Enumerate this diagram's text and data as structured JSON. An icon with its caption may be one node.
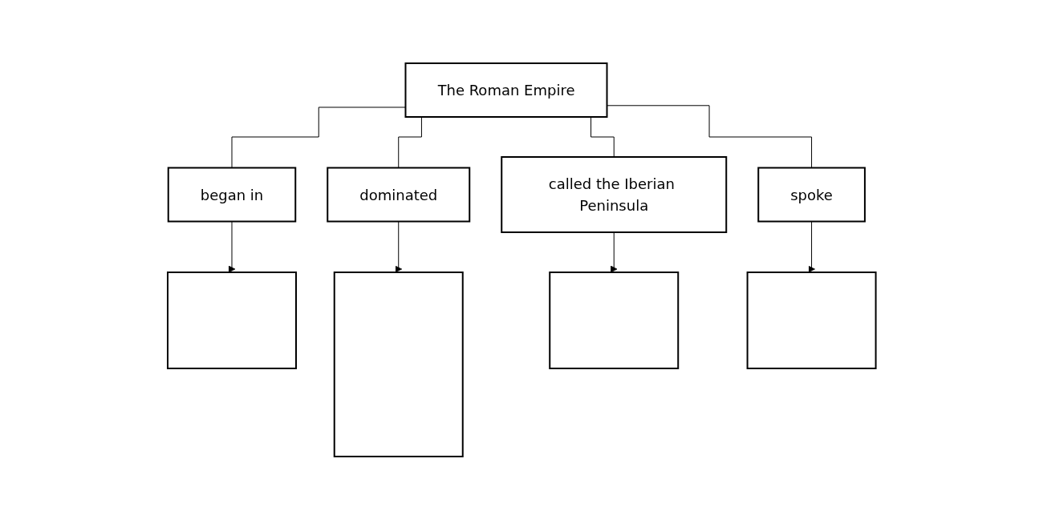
{
  "diagram": {
    "nodes": [
      {
        "text": [
          "The Roman Empire"
        ]
      },
      {
        "text": [
          "began in"
        ]
      },
      {
        "text": [
          "dominated"
        ]
      },
      {
        "text": [
          "called the Iberian Peninsula"
        ]
      },
      {
        "text": [
          "spoke"
        ]
      },
      {
        "text": [],
        "shape": "box"
      },
      {
        "text": [],
        "shape": "box"
      },
      {
        "text": [],
        "shape": "box"
      },
      {
        "text": [],
        "shape": "box"
      }
    ],
    "edges": [
      {
        "from": 0,
        "to": 1,
        "arrow": "none"
      },
      {
        "from": 0,
        "to": 2,
        "arrow": "none"
      },
      {
        "from": 0,
        "to": 3,
        "arrow": "none"
      },
      {
        "from": 0,
        "to": 4,
        "arrow": "none"
      },
      {
        "from": 1,
        "to": 5,
        "arrow": "to"
      },
      {
        "from": 2,
        "to": 6,
        "arrow": "to"
      },
      {
        "from": 3,
        "to": 7,
        "arrow": "to"
      },
      {
        "from": 4,
        "to": 8,
        "arrow": "to"
      }
    ]
  }
}
